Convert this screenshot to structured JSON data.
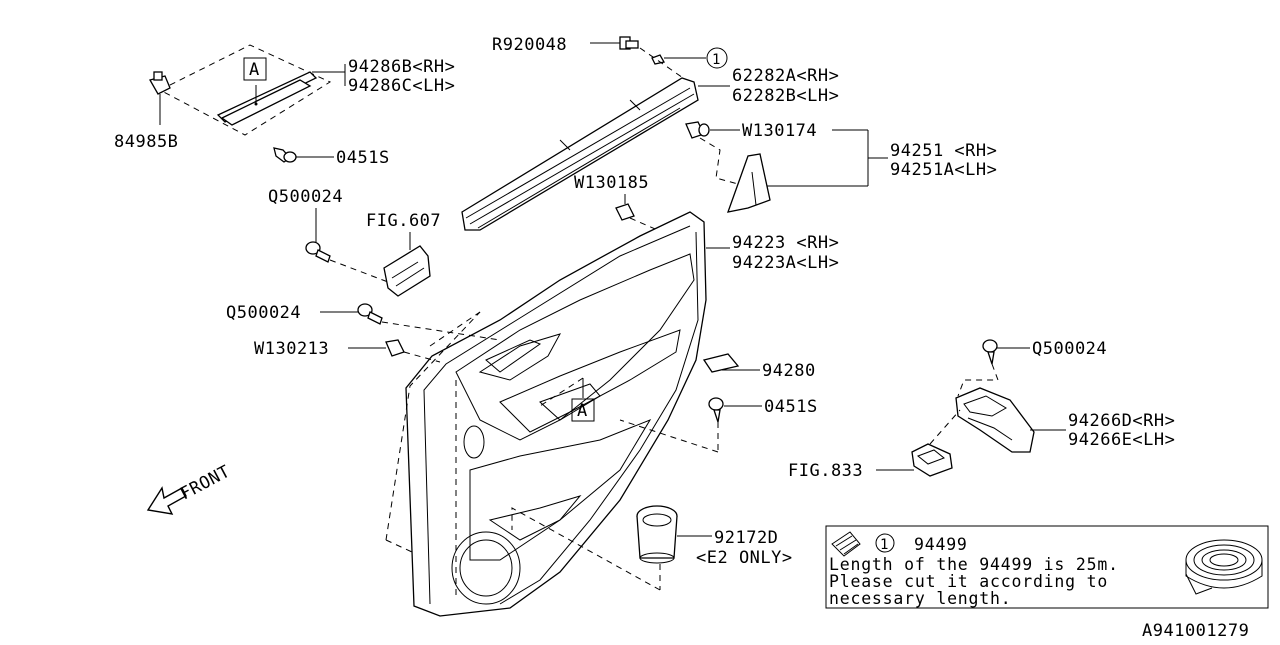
{
  "diagram_id": "A941001279",
  "labels": {
    "r920048": "R920048",
    "p94286b": "94286B<RH>",
    "p94286c": "94286C<LH>",
    "p84985b": "84985B",
    "p0451s_top": "0451S",
    "p62282a": "62282A<RH>",
    "p62282b": "62282B<LH>",
    "w130174": "W130174",
    "p94251": "94251 <RH>",
    "p94251a": "94251A<LH>",
    "q500024_a": "Q500024",
    "fig607": "FIG.607",
    "w130185": "W130185",
    "p94223": "94223 <RH>",
    "p94223a": "94223A<LH>",
    "q500024_b": "Q500024",
    "w130213": "W130213",
    "p94280": "94280",
    "p0451s_mid": "0451S",
    "q500024_c": "Q500024",
    "p94266d": "94266D<RH>",
    "p94266e": "94266E<LH>",
    "fig833": "FIG.833",
    "p92172d": "92172D",
    "e2only": "<E2 ONLY>",
    "front": "FRONT",
    "ref_a": "A",
    "ref_a2": "A",
    "circle_1": "1",
    "circle_1b": "1"
  },
  "note": {
    "part_no": "94499",
    "line1": "Length of the 94499 is 25m.",
    "line2": "Please cut it according to",
    "line3": "necessary length."
  }
}
